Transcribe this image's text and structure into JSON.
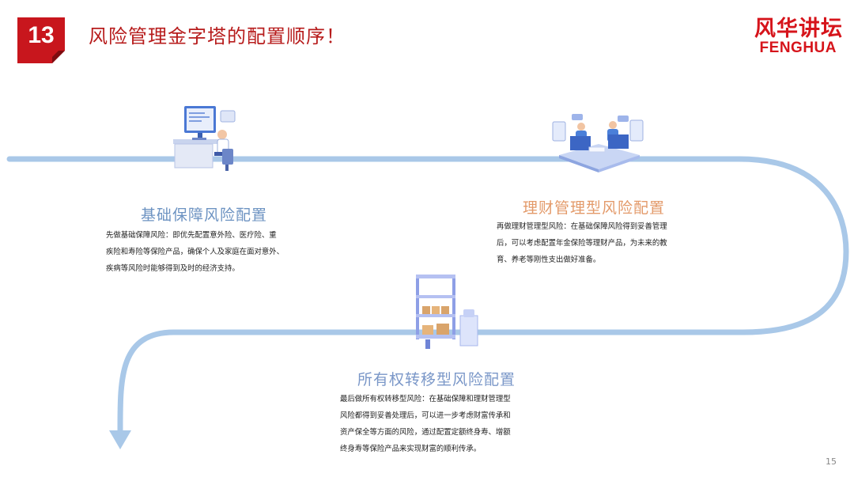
{
  "slide": {
    "number": "13",
    "title": "风险管理金字塔的配置顺序！",
    "page": "15"
  },
  "brand": {
    "cn": "风华讲坛",
    "en": "FENGHUA"
  },
  "sections": [
    {
      "title": "基础保障风险配置",
      "lines": [
        "先做基础保障风险：即优先配置意外险、医疗险、重",
        "疾险和寿险等保险产品，确保个人及家庭在面对意外、",
        "疾病等风险时能够得到及时的经济支持。"
      ]
    },
    {
      "title": "理财管理型风险配置",
      "lines": [
        "再做理财管理型风险：在基础保障风险得到妥善管理",
        "后，可以考虑配置年金保险等理财产品，为未来的教",
        "育、养老等刚性支出做好准备。"
      ]
    },
    {
      "title": "所有权转移型风险配置",
      "lines": [
        "最后做所有权转移型风险：在基础保障和理财管理型",
        "风险都得到妥善处理后，可以进一步考虑财富传承和",
        "资产保全等方面的风险，通过配置定额终身寿、增额",
        "终身寿等保险产品来实现财富的顺利传承。"
      ]
    }
  ],
  "colors": {
    "accent_red": "#d6141b",
    "title_red": "#b71c1c",
    "road_blue": "#a9c8e8",
    "section1_title": "#6d93c2",
    "section2_title": "#e39a6a",
    "section3_title": "#7a97c8"
  },
  "icons": [
    "computer-worker-illustration",
    "customer-service-illustration",
    "storage-shelf-illustration"
  ]
}
